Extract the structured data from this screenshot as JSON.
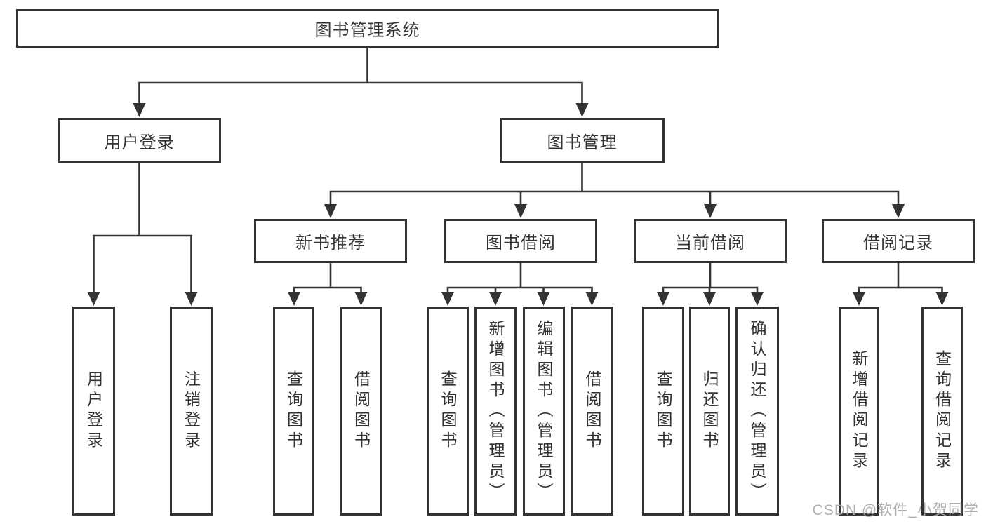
{
  "diagram": {
    "root": {
      "label": "图书管理系统"
    },
    "level2": [
      {
        "label": "用户登录"
      },
      {
        "label": "图书管理"
      }
    ],
    "level3": [
      {
        "label": "新书推荐"
      },
      {
        "label": "图书借阅"
      },
      {
        "label": "当前借阅"
      },
      {
        "label": "借阅记录"
      }
    ],
    "leaves": {
      "user_login": [
        "用户登录",
        "注销登录"
      ],
      "new_book": [
        "查询图书",
        "借阅图书"
      ],
      "book_borrow": [
        "查询图书",
        "新增图书（管理员）",
        "编辑图书（管理员）",
        "借阅图书"
      ],
      "current_borrow": [
        "查询图书",
        "归还图书",
        "确认归还（管理员）"
      ],
      "borrow_record": [
        "新增借阅记录",
        "查询借阅记录"
      ]
    }
  },
  "watermark": {
    "text": "CSDN @软件_小贺同学"
  },
  "colors": {
    "line": "#333333",
    "text": "#333333",
    "background": "#ffffff",
    "watermark": "#a8a8a8"
  }
}
